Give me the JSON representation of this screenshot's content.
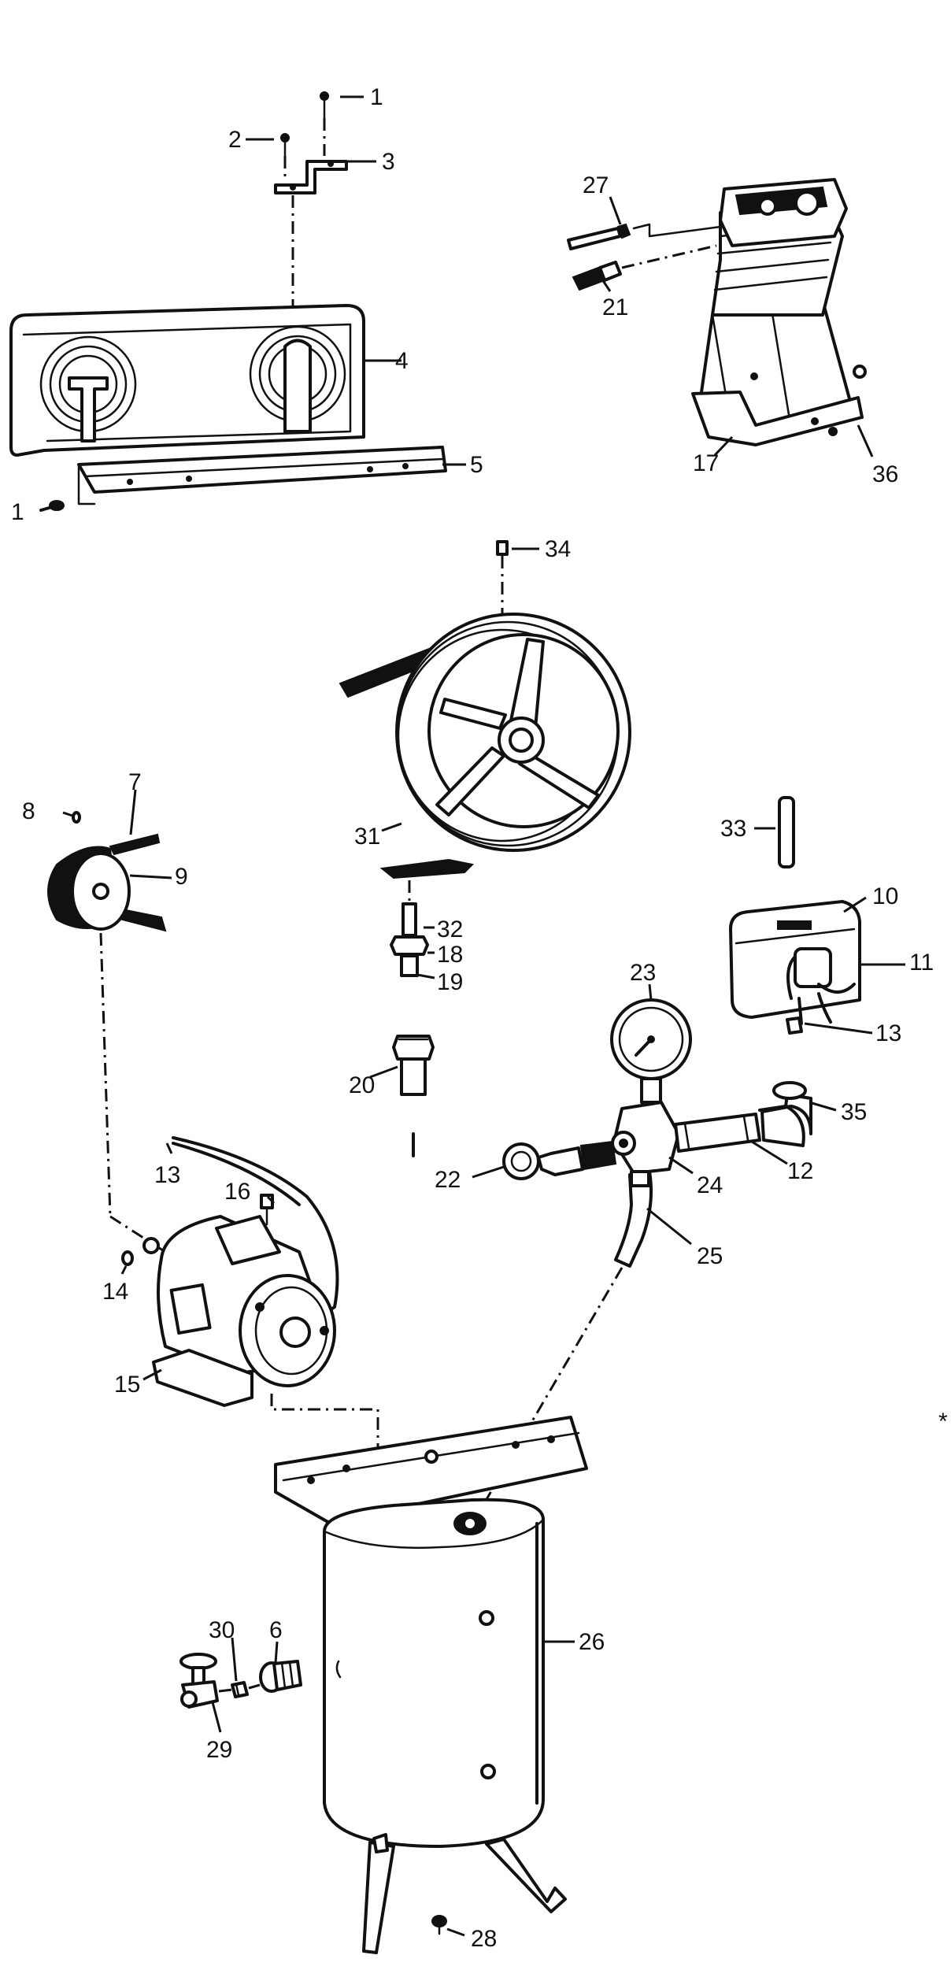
{
  "diagram": {
    "type": "exploded-parts-diagram",
    "callouts": [
      {
        "id": "1a",
        "text": "1"
      },
      {
        "id": "1b",
        "text": "1"
      },
      {
        "id": "2",
        "text": "2"
      },
      {
        "id": "3",
        "text": "3"
      },
      {
        "id": "4",
        "text": "4"
      },
      {
        "id": "5",
        "text": "5"
      },
      {
        "id": "6",
        "text": "6"
      },
      {
        "id": "7",
        "text": "7"
      },
      {
        "id": "8",
        "text": "8"
      },
      {
        "id": "9",
        "text": "9"
      },
      {
        "id": "10",
        "text": "10"
      },
      {
        "id": "11",
        "text": "11"
      },
      {
        "id": "12",
        "text": "12"
      },
      {
        "id": "13a",
        "text": "13"
      },
      {
        "id": "13b",
        "text": "13"
      },
      {
        "id": "14",
        "text": "14"
      },
      {
        "id": "15",
        "text": "15"
      },
      {
        "id": "16",
        "text": "16"
      },
      {
        "id": "17",
        "text": "17"
      },
      {
        "id": "18",
        "text": "18"
      },
      {
        "id": "19",
        "text": "19"
      },
      {
        "id": "20",
        "text": "20"
      },
      {
        "id": "21",
        "text": "21"
      },
      {
        "id": "22",
        "text": "22"
      },
      {
        "id": "23",
        "text": "23"
      },
      {
        "id": "24",
        "text": "24"
      },
      {
        "id": "25",
        "text": "25"
      },
      {
        "id": "26",
        "text": "26"
      },
      {
        "id": "27",
        "text": "27"
      },
      {
        "id": "28",
        "text": "28"
      },
      {
        "id": "29",
        "text": "29"
      },
      {
        "id": "30",
        "text": "30"
      },
      {
        "id": "31",
        "text": "31"
      },
      {
        "id": "32",
        "text": "32"
      },
      {
        "id": "33",
        "text": "33"
      },
      {
        "id": "34",
        "text": "34"
      },
      {
        "id": "35",
        "text": "35"
      },
      {
        "id": "36",
        "text": "36"
      },
      {
        "id": "star",
        "text": "*"
      }
    ]
  }
}
